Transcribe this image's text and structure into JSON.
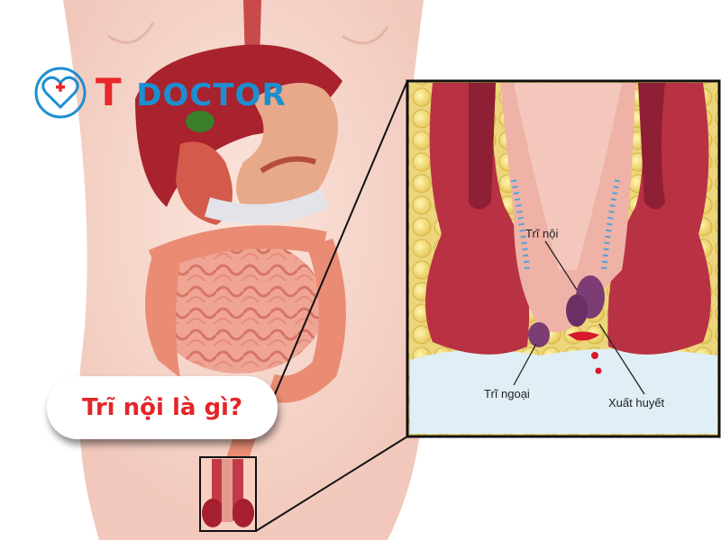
{
  "logo": {
    "letter": "T",
    "word": "DOCTOR",
    "icon": "heart-stethoscope-icon",
    "colors": {
      "red": "#e8282b",
      "blue": "#1c8fd1"
    }
  },
  "title": "Trĩ nội là gì?",
  "labels": {
    "internal": "Trĩ nội",
    "external": "Trĩ ngoại",
    "bleeding": "Xuất huyết"
  }
}
